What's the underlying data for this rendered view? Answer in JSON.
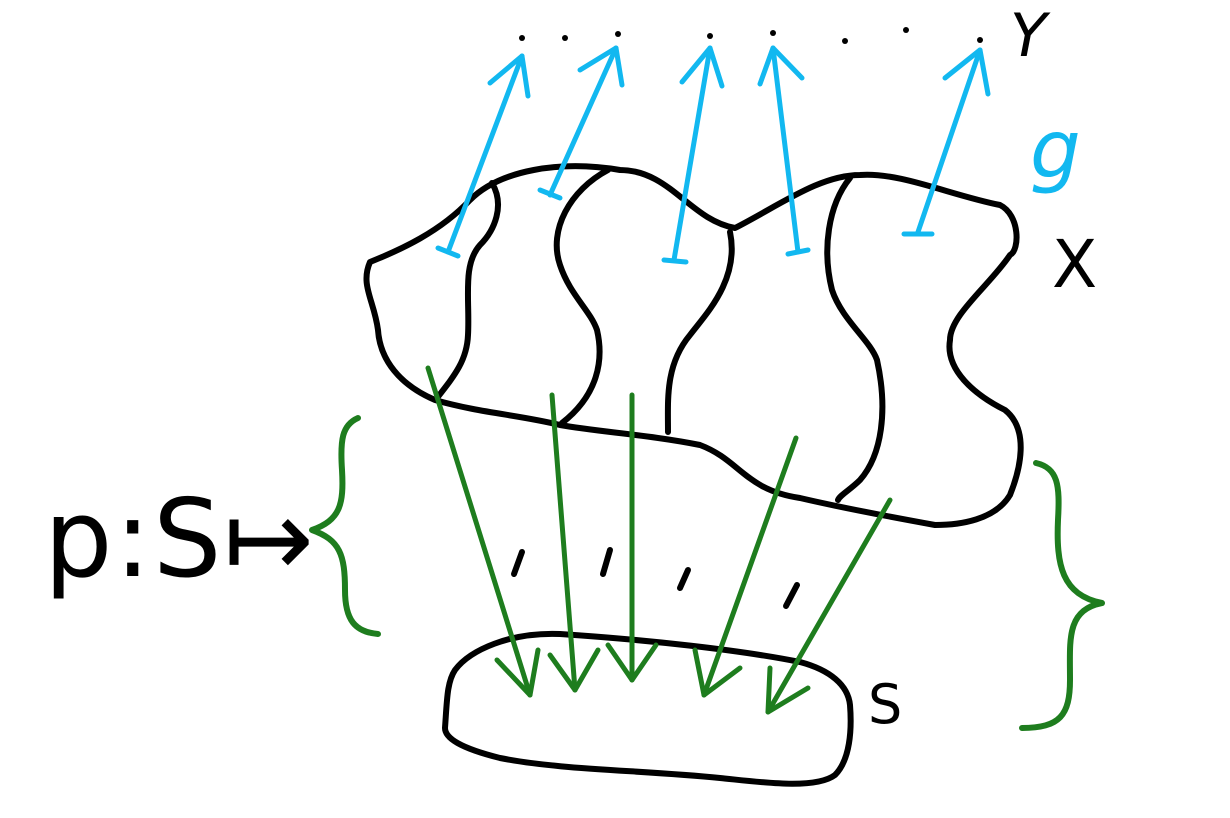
{
  "labels": {
    "y": "Y",
    "x": "X",
    "g": "g",
    "s": "S",
    "p": "p:S↦"
  },
  "colors": {
    "outline": "#000000",
    "sections": "#12b8f0",
    "projection": "#1e7d1e"
  }
}
